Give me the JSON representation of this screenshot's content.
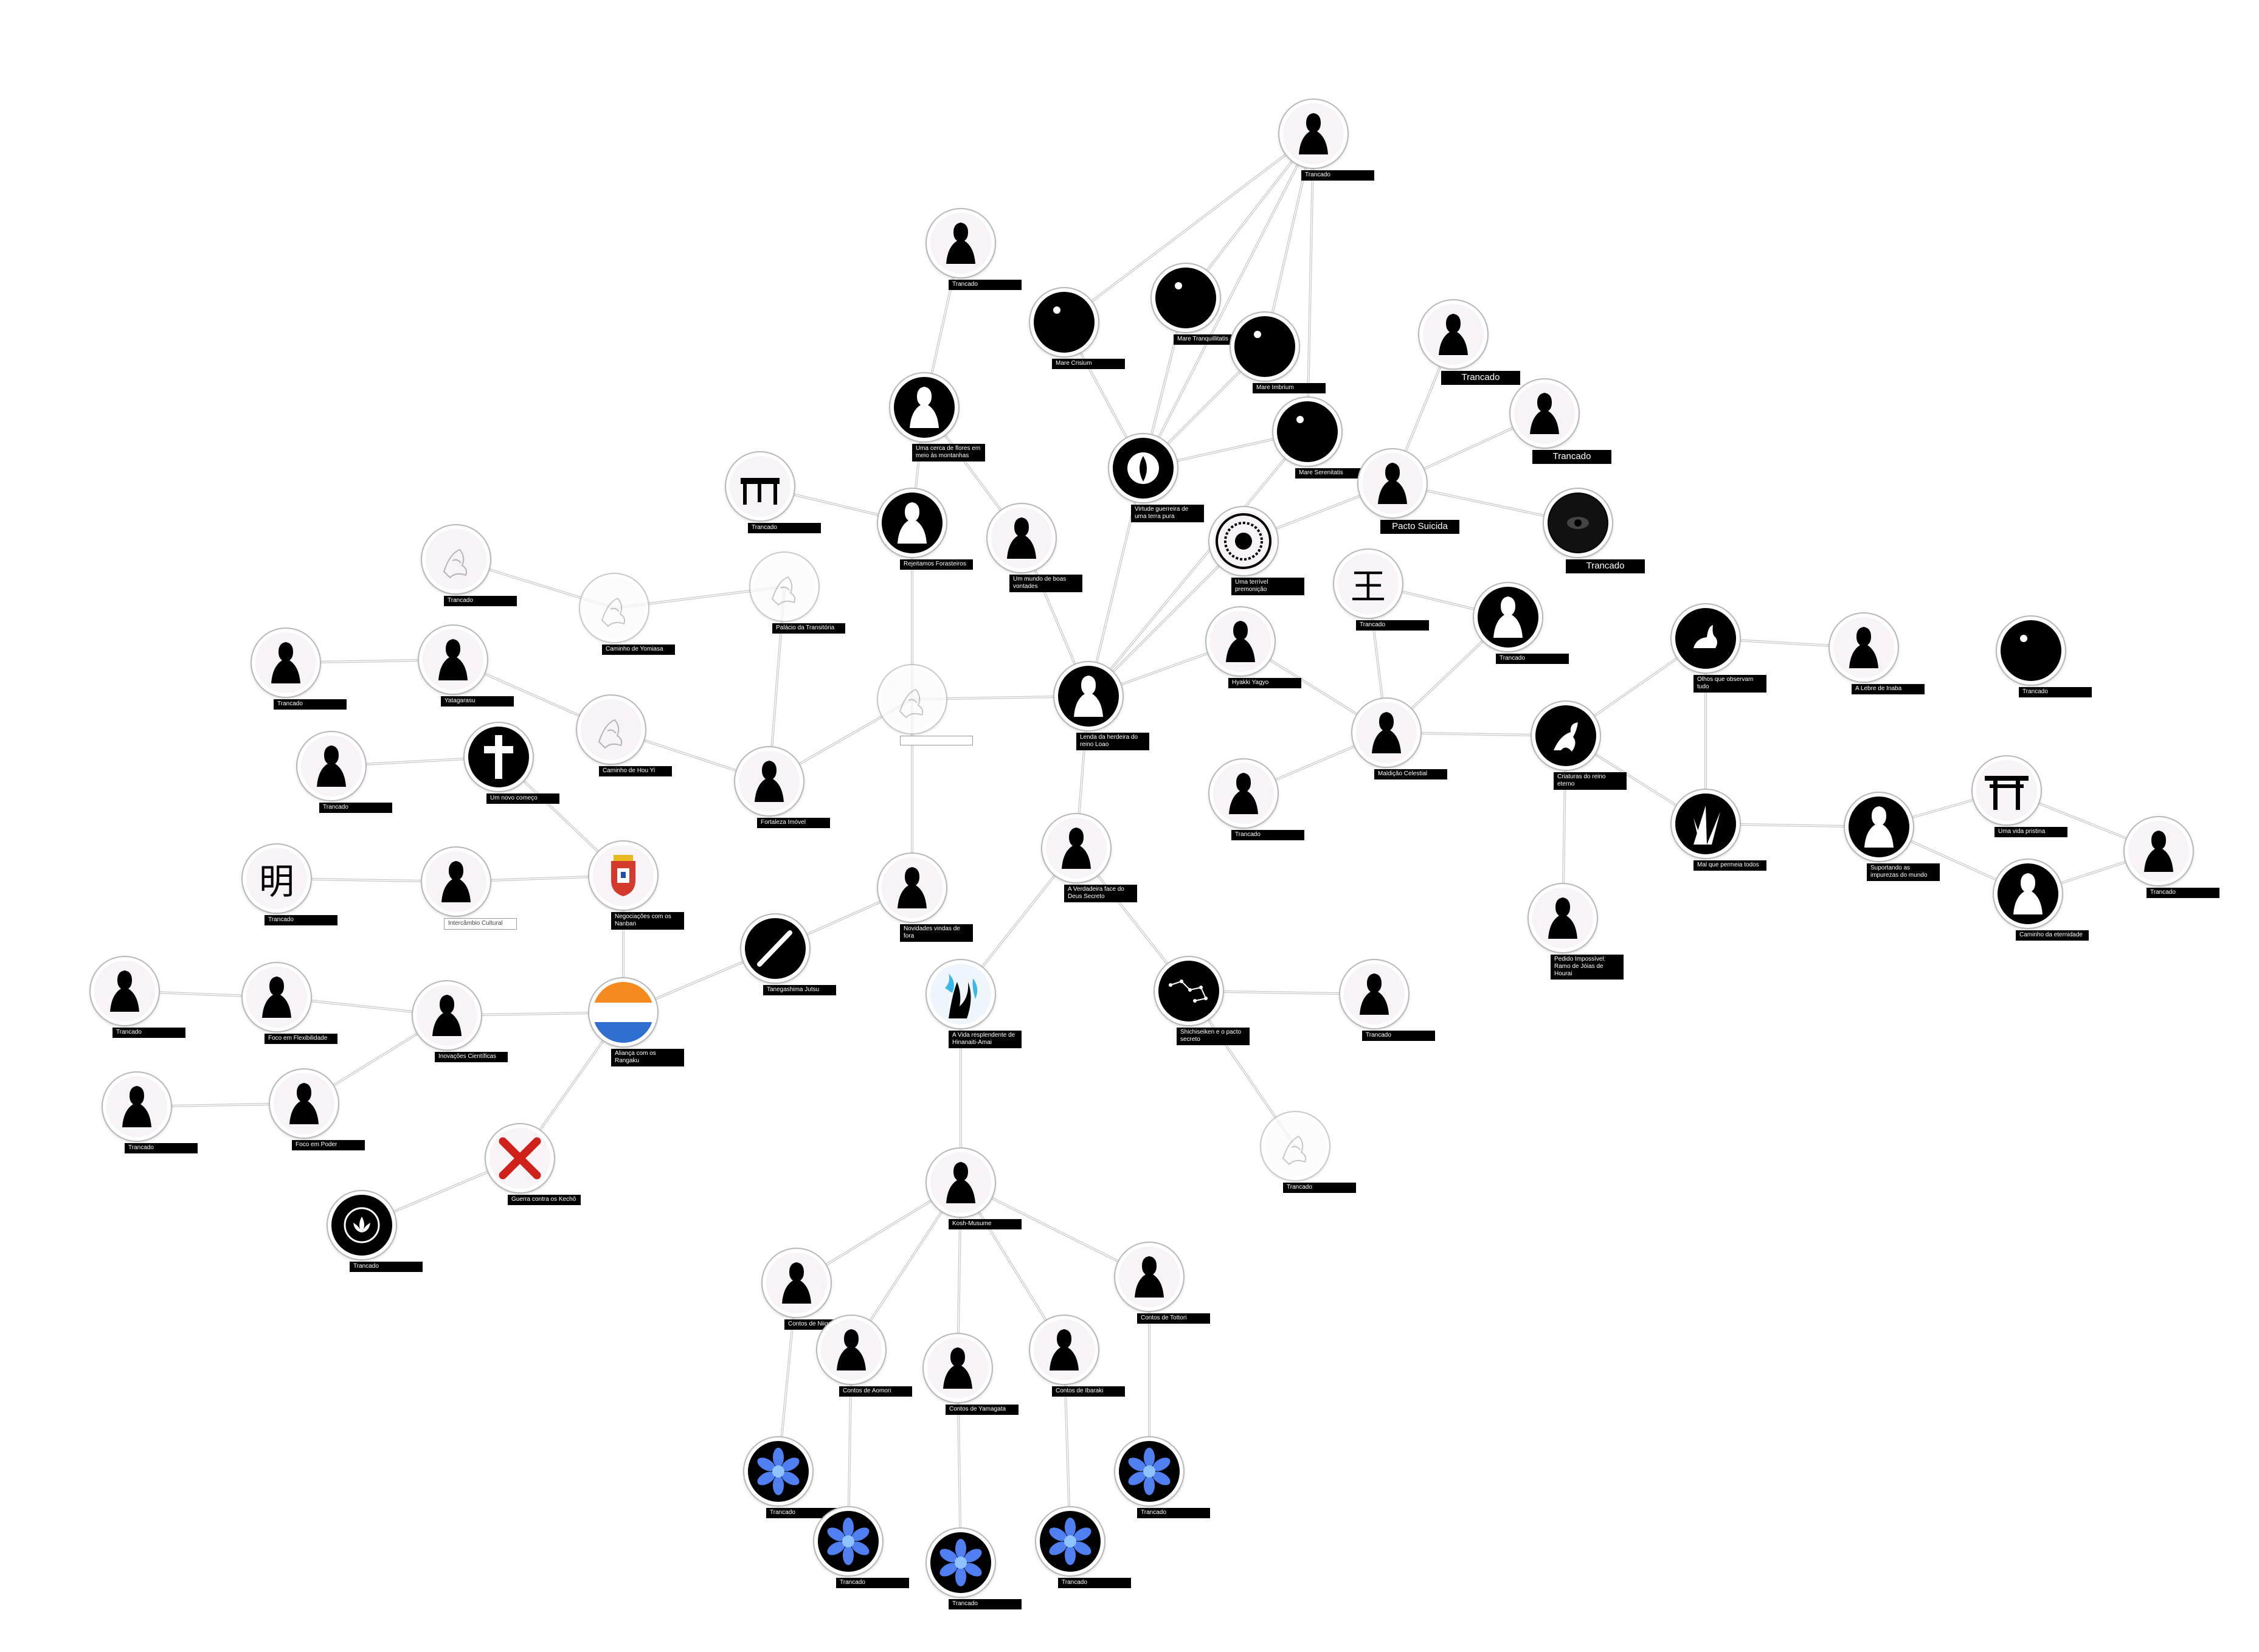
{
  "nodes": [
    {
      "id": "n1",
      "label": "Trancado",
      "kind": "light",
      "icon": "standing-figure-icon"
    },
    {
      "id": "n2",
      "label": "Trancado",
      "kind": "light",
      "icon": "cloaked-figure-icon"
    },
    {
      "id": "n3",
      "label": "Mare Crisium",
      "kind": "dark",
      "icon": "moon-icon"
    },
    {
      "id": "n4",
      "label": "Mare Tranquillitatis",
      "kind": "dark",
      "icon": "moon-icon"
    },
    {
      "id": "n5",
      "label": "Mare Imbrium",
      "kind": "dark",
      "icon": "moon-icon"
    },
    {
      "id": "n6",
      "label": "Mare Serenitatis",
      "kind": "dark",
      "icon": "moon-icon"
    },
    {
      "id": "n7",
      "label": "Uma cerca de flores em meio às montanhas",
      "kind": "dark",
      "icon": "bird-icon"
    },
    {
      "id": "n8",
      "label": "Virtude guerreira de uma terra pura",
      "kind": "dark",
      "icon": "crest-icon"
    },
    {
      "id": "n9",
      "label": "Trancado",
      "kind": "light",
      "icon": "mask-face-icon",
      "big": true
    },
    {
      "id": "n10",
      "label": "Trancado",
      "kind": "light",
      "icon": "girl-portrait-icon",
      "big": true
    },
    {
      "id": "n11",
      "label": "Pacto Suicida",
      "kind": "light",
      "icon": "wave-icon",
      "big": true
    },
    {
      "id": "n12",
      "label": "Trancado",
      "kind": "dark",
      "icon": "eye-icon",
      "big": true
    },
    {
      "id": "n13",
      "label": "Trancado",
      "kind": "light",
      "icon": "table-icon"
    },
    {
      "id": "n14",
      "label": "Rejeitamos Forasteiros",
      "kind": "dark",
      "icon": "samurai-icon"
    },
    {
      "id": "n15",
      "label": "Um mundo de boas vontades",
      "kind": "light",
      "icon": "pagoda-icon"
    },
    {
      "id": "n16",
      "label": "Uma terrível premonição",
      "kind": "light",
      "icon": "mandala-icon"
    },
    {
      "id": "n17",
      "label": "Trancado",
      "kind": "light",
      "icon": "king-glyph-icon",
      "glyph": "王"
    },
    {
      "id": "n18",
      "label": "Trancado",
      "kind": "dark",
      "icon": "blossom-branch-icon"
    },
    {
      "id": "n19",
      "label": "Trancado",
      "kind": "light",
      "icon": "dragon-sketch-icon"
    },
    {
      "id": "n20",
      "label": "Caminho de Yomiasa",
      "kind": "faded",
      "icon": "fox-sketch-icon"
    },
    {
      "id": "n21",
      "label": "Palácio da Transitória",
      "kind": "faded",
      "icon": "figure-sketch-icon"
    },
    {
      "id": "n22",
      "label": "Trancado",
      "kind": "light",
      "icon": "bow-icon"
    },
    {
      "id": "n23",
      "label": "Yatagarasu",
      "kind": "light",
      "icon": "crow-icon"
    },
    {
      "id": "n24",
      "label": "Caminho de Hou Yi",
      "kind": "light",
      "icon": "bird-sketch-icon"
    },
    {
      "id": "n25",
      "label": "",
      "kind": "faded",
      "icon": "center-sketch-icon",
      "hollow": true
    },
    {
      "id": "n26",
      "label": "Lenda da herdeira do reino Loao",
      "kind": "dark",
      "icon": "fox-spirit-icon"
    },
    {
      "id": "n27",
      "label": "Hyakki Yagyo",
      "kind": "light",
      "icon": "demon-icon"
    },
    {
      "id": "n28",
      "label": "Maldição Celestial",
      "kind": "light",
      "icon": "robed-figure-icon"
    },
    {
      "id": "n29",
      "label": "Criaturas do reino eterno",
      "kind": "dark",
      "icon": "creature-icon"
    },
    {
      "id": "n30",
      "label": "Olhos que observam tudo",
      "kind": "dark",
      "icon": "rabbit-icon"
    },
    {
      "id": "n31",
      "label": "A Lebre de Inaba",
      "kind": "light",
      "icon": "boar-icon"
    },
    {
      "id": "n32",
      "label": "Trancado",
      "kind": "dark",
      "icon": "moon-icon"
    },
    {
      "id": "n33",
      "label": "Trancado",
      "kind": "light",
      "icon": "tree-icon"
    },
    {
      "id": "n34",
      "label": "Um novo começo",
      "kind": "dark",
      "icon": "cross-icon"
    },
    {
      "id": "n35",
      "label": "Fortaleza Imóvel",
      "kind": "light",
      "icon": "rock-icon"
    },
    {
      "id": "n36",
      "label": "Trancado",
      "kind": "light",
      "icon": "dragon-icon"
    },
    {
      "id": "n37",
      "label": "Mal que permeia todos",
      "kind": "dark",
      "icon": "grass-icon"
    },
    {
      "id": "n38",
      "label": "Suportando as impurezas do mundo",
      "kind": "dark",
      "icon": "ghost-icon"
    },
    {
      "id": "n39",
      "label": "Uma vida pristina",
      "kind": "light",
      "icon": "torii-icon"
    },
    {
      "id": "n40",
      "label": "Trancado",
      "kind": "light",
      "icon": "dragon-head-icon"
    },
    {
      "id": "n41",
      "label": "Trancado",
      "kind": "light",
      "icon": "ming-glyph-icon",
      "glyph": "明"
    },
    {
      "id": "n42",
      "label": "Intercâmbio Cultural",
      "kind": "light",
      "icon": "ship-icon",
      "hollow": true
    },
    {
      "id": "n43",
      "label": "Negociações com os Nanban",
      "kind": "light",
      "icon": "portugal-crest-icon"
    },
    {
      "id": "n44",
      "label": "Novidades vindas de fora",
      "kind": "light",
      "icon": "pig-warrior-icon"
    },
    {
      "id": "n45",
      "label": "A Verdadeira face do Deus Secreto",
      "kind": "light",
      "icon": "deity-icon"
    },
    {
      "id": "n46",
      "label": "Pedido Impossível: Ramo de Jóias de Hourai",
      "kind": "light",
      "icon": "branch-icon"
    },
    {
      "id": "n47",
      "label": "Caminho da eternidade",
      "kind": "dark",
      "icon": "flower-icon"
    },
    {
      "id": "n48",
      "label": "Trancado",
      "kind": "light",
      "icon": "soldier-icon"
    },
    {
      "id": "n49",
      "label": "Foco em Flexibilidade",
      "kind": "light",
      "icon": "pistol-icon"
    },
    {
      "id": "n50",
      "label": "Inovações Científicas",
      "kind": "light",
      "icon": "blob-icon"
    },
    {
      "id": "n51",
      "label": "Aliança com os Rangaku",
      "kind": "light",
      "icon": "dutch-flag-icon"
    },
    {
      "id": "n52",
      "label": "Tanegashima Jutsu",
      "kind": "dark",
      "icon": "musket-icon"
    },
    {
      "id": "n53",
      "label": "A Vida resplendente de Hinanaiti-Amai",
      "kind": "light",
      "icon": "blue-spirit-icon"
    },
    {
      "id": "n54",
      "label": "Shichiseiken e o pacto secreto",
      "kind": "dark",
      "icon": "constellation-icon"
    },
    {
      "id": "n55",
      "label": "Trancado",
      "kind": "light",
      "icon": "puppets-icon"
    },
    {
      "id": "n56",
      "label": "Trancado",
      "kind": "light",
      "icon": "bird-silhouette-icon"
    },
    {
      "id": "n57",
      "label": "Foco em Poder",
      "kind": "light",
      "icon": "rifle-icon"
    },
    {
      "id": "n58",
      "label": "Guerra contra os Kechô",
      "kind": "light",
      "icon": "burgundy-cross-icon"
    },
    {
      "id": "n59",
      "label": "Trancado",
      "kind": "faded",
      "icon": "ghost-sketch-icon"
    },
    {
      "id": "n60",
      "label": "Trancado",
      "kind": "dark",
      "icon": "lotus-icon"
    },
    {
      "id": "n61",
      "label": "Kosh-Musume",
      "kind": "light",
      "icon": "hooded-spirit-icon"
    },
    {
      "id": "n62",
      "label": "Contos de Niigata",
      "kind": "light",
      "icon": "ghost-icon"
    },
    {
      "id": "n63",
      "label": "Contos de Tottori",
      "kind": "light",
      "icon": "beast-icon"
    },
    {
      "id": "n64",
      "label": "Contos de Aomori",
      "kind": "light",
      "icon": "skull-face-icon"
    },
    {
      "id": "n65",
      "label": "Contos de Yamagata",
      "kind": "light",
      "icon": "long-hair-ghost-icon"
    },
    {
      "id": "n66",
      "label": "Contos de Ibaraki",
      "kind": "light",
      "icon": "kappa-icon"
    },
    {
      "id": "n67",
      "label": "Trancado",
      "kind": "dark",
      "icon": "blue-snowflake-icon"
    },
    {
      "id": "n68",
      "label": "Trancado",
      "kind": "dark",
      "icon": "blue-snowflake-icon"
    },
    {
      "id": "n69",
      "label": "Trancado",
      "kind": "dark",
      "icon": "blue-snowflake-icon"
    },
    {
      "id": "n70",
      "label": "Trancado",
      "kind": "dark",
      "icon": "blue-snowflake-icon"
    },
    {
      "id": "n71",
      "label": "Trancado",
      "kind": "dark",
      "icon": "blue-snowflake-icon"
    }
  ],
  "edges": [
    [
      "n1",
      "n3"
    ],
    [
      "n1",
      "n4"
    ],
    [
      "n1",
      "n5"
    ],
    [
      "n1",
      "n6"
    ],
    [
      "n1",
      "n8"
    ],
    [
      "n3",
      "n8"
    ],
    [
      "n4",
      "n8"
    ],
    [
      "n5",
      "n8"
    ],
    [
      "n6",
      "n8"
    ],
    [
      "n8",
      "n26"
    ],
    [
      "n6",
      "n26"
    ],
    [
      "n2",
      "n7"
    ],
    [
      "n7",
      "n14"
    ],
    [
      "n7",
      "n15"
    ],
    [
      "n15",
      "n26"
    ],
    [
      "n14",
      "n25"
    ],
    [
      "n13",
      "n14"
    ],
    [
      "n9",
      "n11"
    ],
    [
      "n10",
      "n11"
    ],
    [
      "n12",
      "n11"
    ],
    [
      "n11",
      "n16"
    ],
    [
      "n16",
      "n26"
    ],
    [
      "n17",
      "n18"
    ],
    [
      "n17",
      "n28"
    ],
    [
      "n18",
      "n28"
    ],
    [
      "n19",
      "n20"
    ],
    [
      "n20",
      "n21"
    ],
    [
      "n21",
      "n35"
    ],
    [
      "n22",
      "n23"
    ],
    [
      "n23",
      "n24"
    ],
    [
      "n24",
      "n35"
    ],
    [
      "n25",
      "n35"
    ],
    [
      "n25",
      "n26"
    ],
    [
      "n25",
      "n44"
    ],
    [
      "n26",
      "n27"
    ],
    [
      "n26",
      "n45"
    ],
    [
      "n27",
      "n28"
    ],
    [
      "n28",
      "n29"
    ],
    [
      "n28",
      "n36"
    ],
    [
      "n29",
      "n30"
    ],
    [
      "n29",
      "n37"
    ],
    [
      "n29",
      "n46"
    ],
    [
      "n30",
      "n31"
    ],
    [
      "n30",
      "n37"
    ],
    [
      "n37",
      "n38"
    ],
    [
      "n38",
      "n39"
    ],
    [
      "n38",
      "n47"
    ],
    [
      "n39",
      "n40"
    ],
    [
      "n47",
      "n40"
    ],
    [
      "n33",
      "n34"
    ],
    [
      "n34",
      "n43"
    ],
    [
      "n41",
      "n42"
    ],
    [
      "n42",
      "n43"
    ],
    [
      "n43",
      "n51"
    ],
    [
      "n44",
      "n52"
    ],
    [
      "n45",
      "n53"
    ],
    [
      "n45",
      "n54"
    ],
    [
      "n54",
      "n55"
    ],
    [
      "n54",
      "n59"
    ],
    [
      "n48",
      "n49"
    ],
    [
      "n49",
      "n50"
    ],
    [
      "n56",
      "n57"
    ],
    [
      "n57",
      "n50"
    ],
    [
      "n50",
      "n51"
    ],
    [
      "n51",
      "n52"
    ],
    [
      "n51",
      "n58"
    ],
    [
      "n58",
      "n60"
    ],
    [
      "n53",
      "n61"
    ],
    [
      "n61",
      "n62"
    ],
    [
      "n61",
      "n63"
    ],
    [
      "n61",
      "n64"
    ],
    [
      "n61",
      "n65"
    ],
    [
      "n61",
      "n66"
    ],
    [
      "n62",
      "n67"
    ],
    [
      "n64",
      "n68"
    ],
    [
      "n65",
      "n69"
    ],
    [
      "n66",
      "n70"
    ],
    [
      "n63",
      "n71"
    ]
  ]
}
